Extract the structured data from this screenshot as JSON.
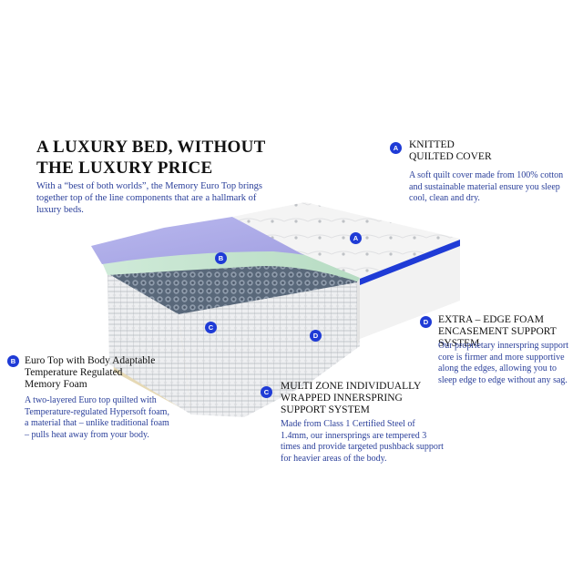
{
  "headline": {
    "line1": "A LUXURY BED, WITHOUT",
    "line2": "THE LUXURY PRICE"
  },
  "intro": "With a “best of both worlds”, the Memory Euro Top brings together top of the line components that are a hallmark of luxury beds.",
  "features": {
    "a": {
      "badge": "A",
      "title_l1": "KNITTED",
      "title_l2": "QUILTED COVER",
      "desc": "A soft quilt cover made from 100% cotton and sustainable material ensure you sleep cool, clean and dry."
    },
    "b": {
      "badge": "B",
      "title_l1": "Euro Top with Body Adaptable",
      "title_l2": "Temperature Regulated",
      "title_l3": "Memory Foam",
      "desc": "A two-layered Euro top quilted with Temperature-regulated Hypersoft foam, a material that – unlike traditional foam – pulls heat away from your body."
    },
    "c": {
      "badge": "C",
      "title_l1": "MULTI ZONE INDIVIDUALLY",
      "title_l2": "WRAPPED INNERSPRING",
      "title_l3": "SUPPORT SYSTEM",
      "desc": "Made from Class 1 Certified Steel of 1.4mm, our innersprings are tempered 3 times and provide targeted pushback support for heavier areas of the body."
    },
    "d": {
      "badge": "D",
      "title_l1": "EXTRA – EDGE FOAM",
      "title_l2": "ENCASEMENT SUPPORT SYSTEM",
      "desc": "Our proprietary innerspring support core is firmer and more supportive along the edges, allowing you to sleep edge to edge without any sag."
    }
  },
  "colors": {
    "badge": "#1f3bd6",
    "desc_text": "#2a3f9a",
    "memory_foam": "#a9a8e6",
    "gel_layer": "#c8e6d2",
    "coil": "#5f6e80"
  },
  "icons": {
    "diagram": "mattress-cutaway"
  }
}
